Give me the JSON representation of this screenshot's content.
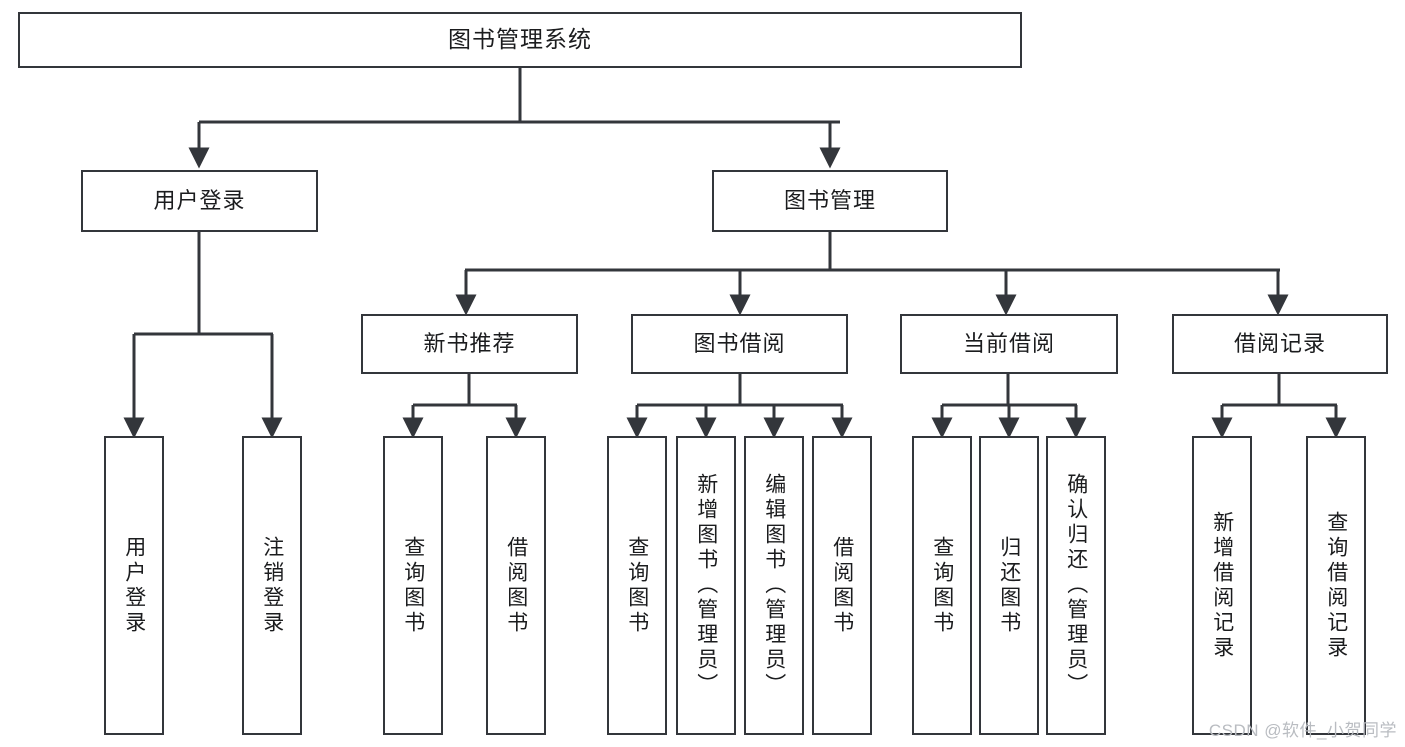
{
  "diagram": {
    "title": "图书管理系统",
    "type": "hierarchy-tree",
    "stroke_color": "#33363b",
    "text_color": "#1b1c1e",
    "background_color": "#ffffff",
    "watermark": "CSDN @软件_小贺同学",
    "levels": {
      "root": {
        "label": "图书管理系统"
      },
      "level2": [
        {
          "label": "用户登录"
        },
        {
          "label": "图书管理"
        }
      ],
      "level3": [
        {
          "label": "新书推荐"
        },
        {
          "label": "图书借阅"
        },
        {
          "label": "当前借阅"
        },
        {
          "label": "借阅记录"
        }
      ],
      "leaves": {
        "user_login": [
          {
            "label": "用户登录"
          },
          {
            "label": "注销登录"
          }
        ],
        "new_book_recommend": [
          {
            "label": "查询图书"
          },
          {
            "label": "借阅图书"
          }
        ],
        "book_borrow": [
          {
            "label": "查询图书"
          },
          {
            "label": "新增图书（管理员）"
          },
          {
            "label": "编辑图书（管理员）"
          },
          {
            "label": "借阅图书"
          }
        ],
        "current_borrow": [
          {
            "label": "查询图书"
          },
          {
            "label": "归还图书"
          },
          {
            "label": "确认归还（管理员）"
          }
        ],
        "borrow_record": [
          {
            "label": "新增借阅记录"
          },
          {
            "label": "查询借阅记录"
          }
        ]
      }
    }
  }
}
